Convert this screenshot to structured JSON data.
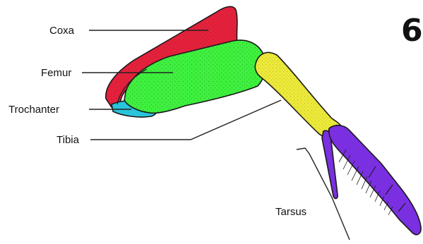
{
  "figure_number": "6",
  "labels": {
    "coxa": "Coxa",
    "femur": "Femur",
    "trochanter": "Trochanter",
    "tibia": "Tibia",
    "tarsus": "Tarsus"
  },
  "colors": {
    "coxa": "#e4213c",
    "femur": "#3ef03e",
    "trochanter": "#29c4da",
    "tibia": "#ece93a",
    "tarsus": "#7a2fe0"
  }
}
